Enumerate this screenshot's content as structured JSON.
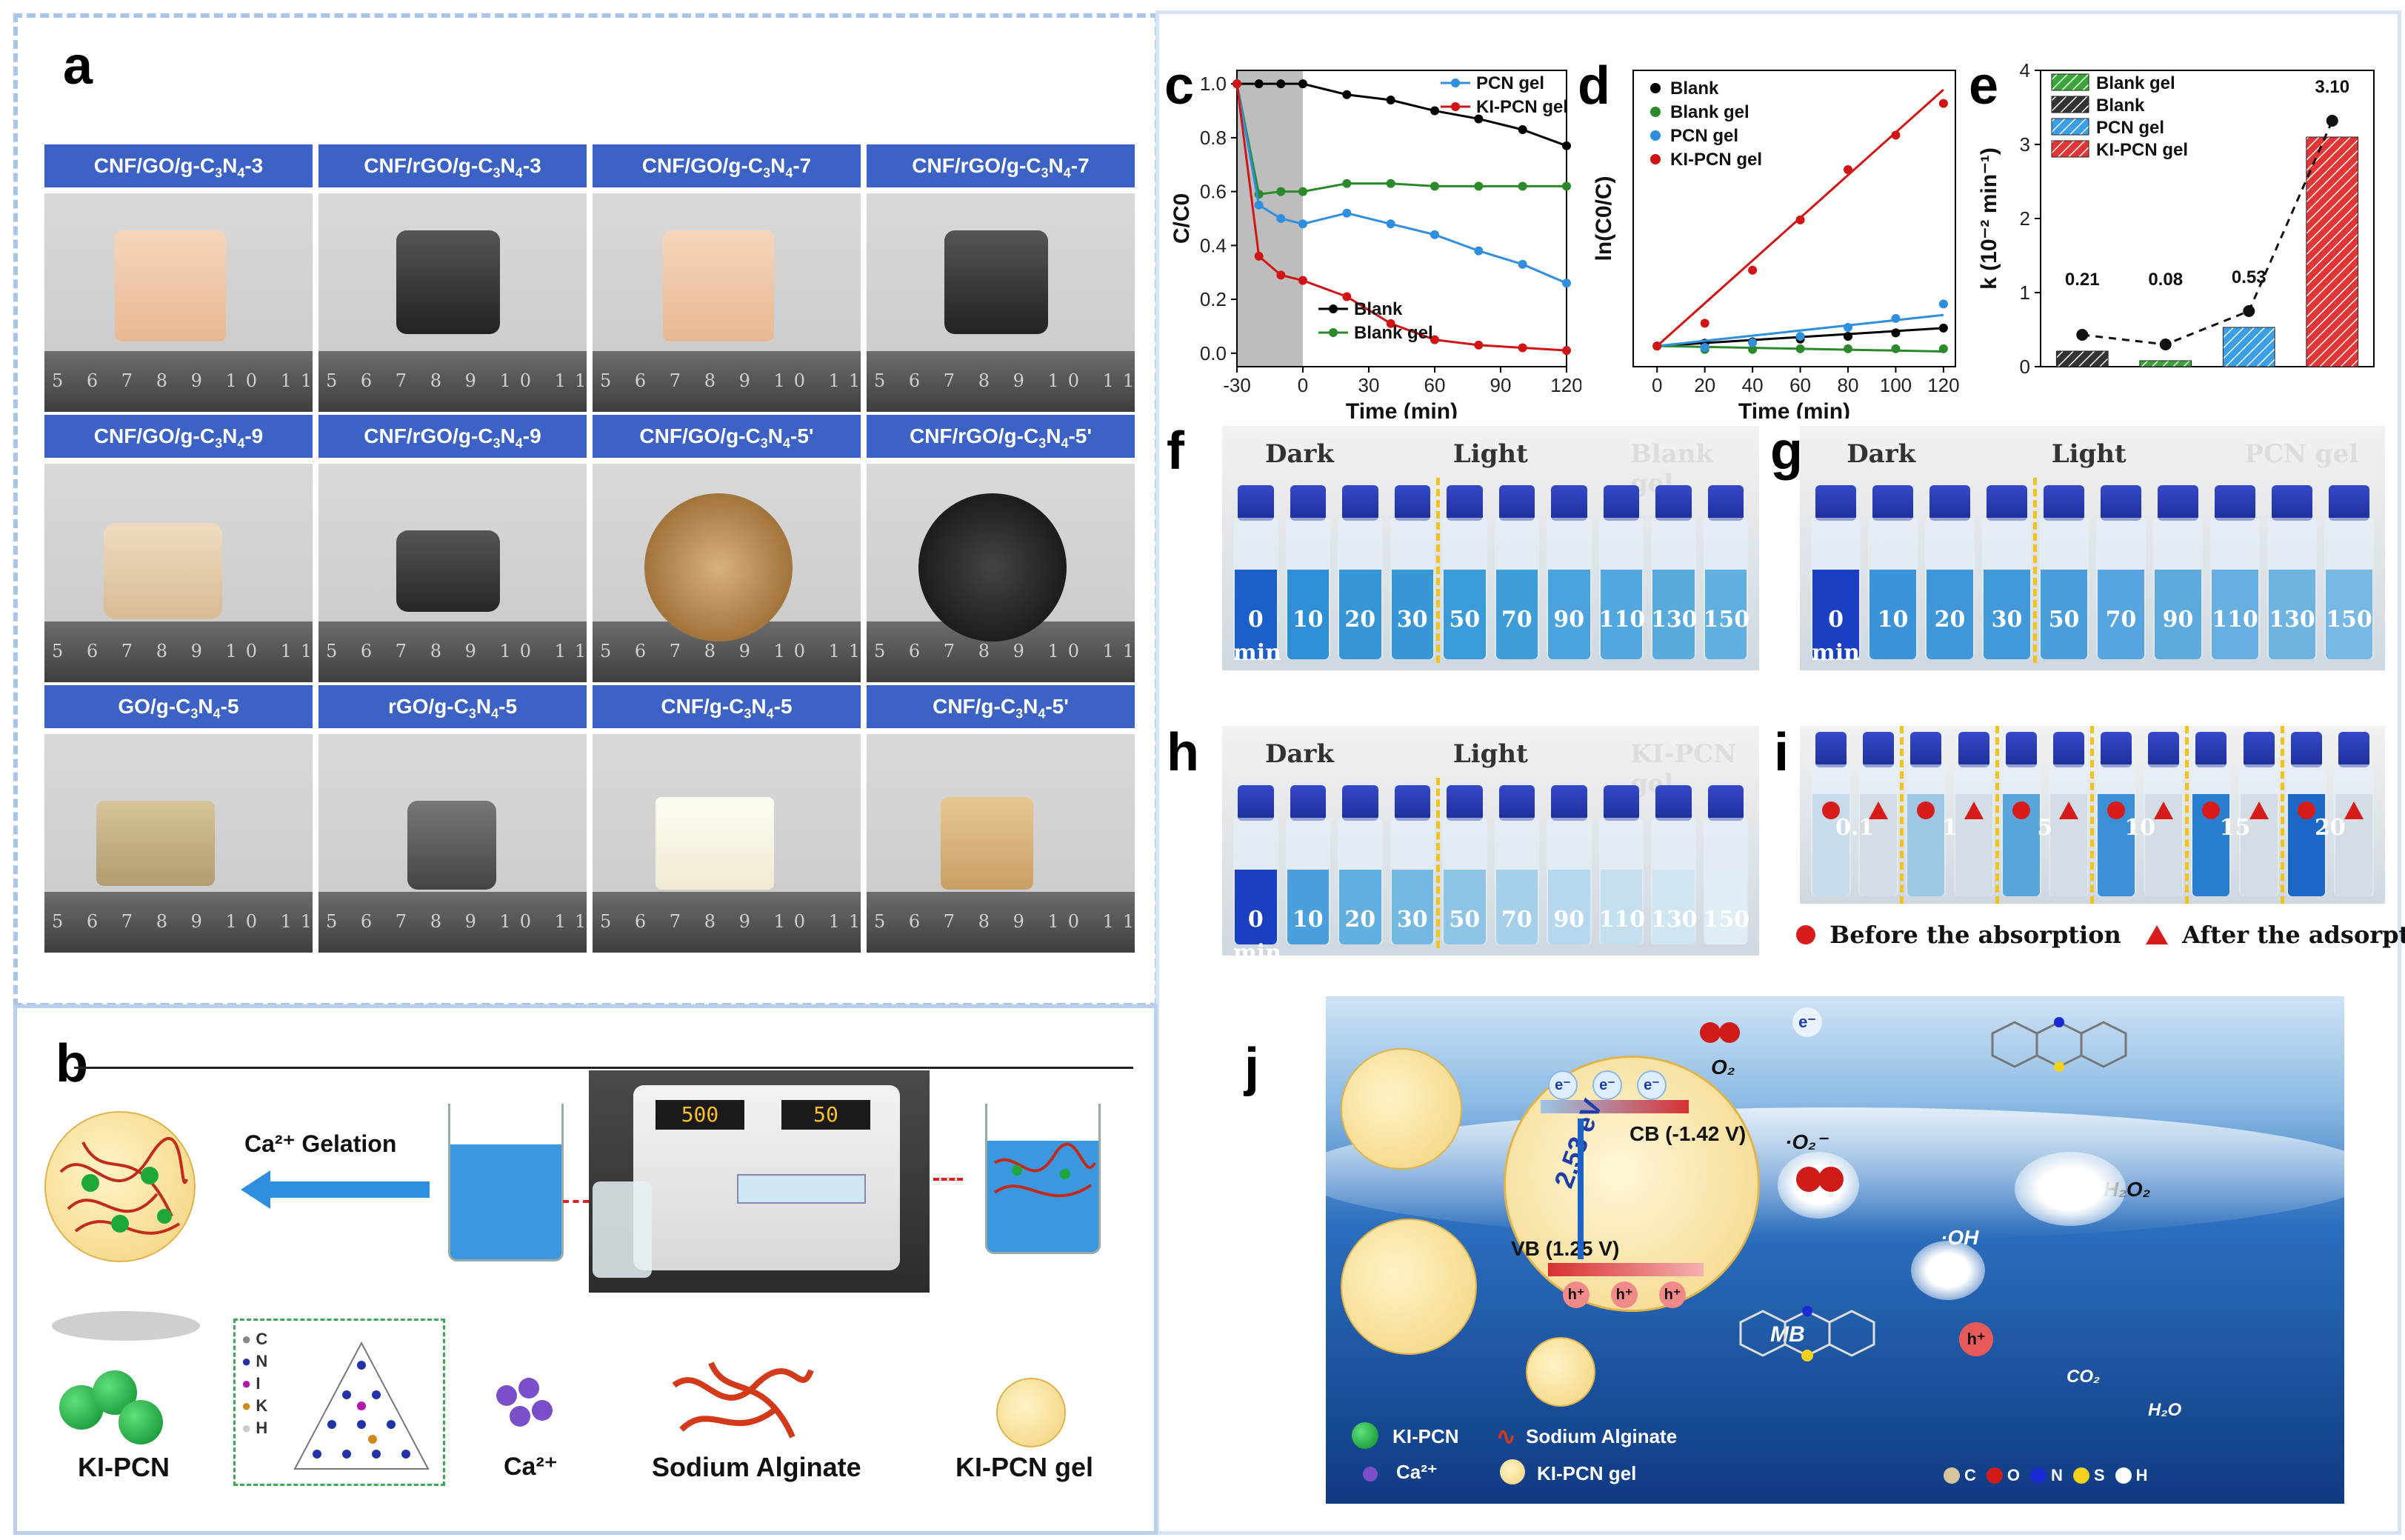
{
  "panel_letters": {
    "a": "a",
    "b": "b",
    "c": "c",
    "d": "d",
    "e": "e",
    "f": "f",
    "g": "g",
    "h": "h",
    "i": "i",
    "j": "j"
  },
  "panel_a": {
    "cells": [
      {
        "prefix": "CNF/GO/g-C",
        "sub1": "3",
        "mid": "N",
        "sub2": "4",
        "suffix": "-3",
        "sample": "tan-cube"
      },
      {
        "prefix": "CNF/rGO/g-C",
        "sub1": "3",
        "mid": "N",
        "sub2": "4",
        "suffix": "-3",
        "sample": "black-cube"
      },
      {
        "prefix": "CNF/GO/g-C",
        "sub1": "3",
        "mid": "N",
        "sub2": "4",
        "suffix": "-7",
        "sample": "tan-cube"
      },
      {
        "prefix": "CNF/rGO/g-C",
        "sub1": "3",
        "mid": "N",
        "sub2": "4",
        "suffix": "-7",
        "sample": "black-cube"
      },
      {
        "prefix": "CNF/GO/g-C",
        "sub1": "3",
        "mid": "N",
        "sub2": "4",
        "suffix": "-9",
        "sample": "tan-block"
      },
      {
        "prefix": "CNF/rGO/g-C",
        "sub1": "3",
        "mid": "N",
        "sub2": "4",
        "suffix": "-9",
        "sample": "black-block"
      },
      {
        "prefix": "CNF/GO/g-C",
        "sub1": "3",
        "mid": "N",
        "sub2": "4",
        "suffix": "-5'",
        "sample": "brown-disc"
      },
      {
        "prefix": "CNF/rGO/g-C",
        "sub1": "3",
        "mid": "N",
        "sub2": "4",
        "suffix": "-5'",
        "sample": "black-disc"
      },
      {
        "prefix": "GO/g-C",
        "sub1": "3",
        "mid": "N",
        "sub2": "4",
        "suffix": "-5",
        "sample": "khaki-flat"
      },
      {
        "prefix": "rGO/g-C",
        "sub1": "3",
        "mid": "N",
        "sub2": "4",
        "suffix": "-5",
        "sample": "grey-flat"
      },
      {
        "prefix": "CNF/g-C",
        "sub1": "3",
        "mid": "N",
        "sub2": "4",
        "suffix": "-5",
        "sample": "white-block"
      },
      {
        "prefix": "CNF/g-C",
        "sub1": "3",
        "mid": "N",
        "sub2": "4",
        "suffix": "-5'",
        "sample": "tan-small"
      }
    ],
    "ruler_numbers": "5 6 7 8 9 10 11"
  },
  "panel_b": {
    "gelation_label": "Ca²⁺ Gelation",
    "kipcn_label": "KI-PCN",
    "ca_label": "Ca²⁺",
    "alginate_label": "Sodium Alginate",
    "gel_label": "KI-PCN gel",
    "element_legend": [
      "C",
      "N",
      "I",
      "K",
      "H"
    ],
    "pump_display": [
      "500",
      "50"
    ]
  },
  "chart_c": {
    "type": "line",
    "title": "",
    "xlabel": "Time (min)",
    "ylabel": "C/C0",
    "xlim": [
      -30,
      120
    ],
    "ylim": [
      -0.05,
      1.05
    ],
    "x_ticks": [
      -30,
      0,
      30,
      60,
      90,
      120
    ],
    "y_ticks": [
      0.0,
      0.2,
      0.4,
      0.6,
      0.8,
      1.0
    ],
    "dark_region": [
      -30,
      0
    ],
    "series": [
      {
        "name": "Blank",
        "color": "#000000",
        "x": [
          -30,
          -20,
          -10,
          0,
          20,
          40,
          60,
          80,
          100,
          120
        ],
        "values": [
          1.0,
          1.0,
          1.0,
          1.0,
          0.96,
          0.94,
          0.9,
          0.87,
          0.83,
          0.77
        ]
      },
      {
        "name": "Blank gel",
        "color": "#2a8a2a",
        "x": [
          -30,
          -20,
          -10,
          0,
          20,
          40,
          60,
          80,
          100,
          120
        ],
        "values": [
          1.0,
          0.59,
          0.6,
          0.6,
          0.63,
          0.63,
          0.62,
          0.62,
          0.62,
          0.62
        ]
      },
      {
        "name": "PCN gel",
        "color": "#2f8fde",
        "x": [
          -30,
          -20,
          -10,
          0,
          20,
          40,
          60,
          80,
          100,
          120
        ],
        "values": [
          1.0,
          0.55,
          0.5,
          0.48,
          0.52,
          0.48,
          0.44,
          0.38,
          0.33,
          0.26
        ]
      },
      {
        "name": "KI-PCN gel",
        "color": "#d11515",
        "x": [
          -30,
          -20,
          -10,
          0,
          20,
          40,
          60,
          80,
          100,
          120
        ],
        "values": [
          1.0,
          0.36,
          0.29,
          0.27,
          0.21,
          0.11,
          0.05,
          0.03,
          0.02,
          0.01
        ]
      }
    ],
    "legend_top": [
      "PCN gel",
      "KI-PCN gel"
    ],
    "legend_bottom": [
      "Blank",
      "Blank gel"
    ]
  },
  "chart_d": {
    "type": "scatter",
    "title": "",
    "xlabel": "Time (min)",
    "ylabel": "ln(C0/C)",
    "xlim": [
      -10,
      125
    ],
    "ylim": [
      -0.3,
      4.0
    ],
    "x_ticks": [
      0,
      20,
      40,
      60,
      80,
      100,
      120
    ],
    "series": [
      {
        "name": "Blank",
        "color": "#000000",
        "x": [
          0,
          20,
          40,
          60,
          80,
          100,
          120
        ],
        "values": [
          0.0,
          0.04,
          0.06,
          0.1,
          0.14,
          0.19,
          0.26
        ],
        "fit_end": 0.26
      },
      {
        "name": "Blank gel",
        "color": "#2a8a2a",
        "x": [
          0,
          20,
          40,
          60,
          80,
          100,
          120
        ],
        "values": [
          0.0,
          -0.05,
          -0.05,
          -0.04,
          -0.04,
          -0.04,
          -0.04
        ],
        "fit_end": -0.08
      },
      {
        "name": "PCN gel",
        "color": "#2f8fde",
        "x": [
          0,
          20,
          40,
          60,
          80,
          100,
          120
        ],
        "values": [
          0.0,
          -0.02,
          0.05,
          0.14,
          0.27,
          0.4,
          0.61
        ],
        "fit_end": 0.45
      },
      {
        "name": "KI-PCN gel",
        "color": "#d11515",
        "x": [
          0,
          20,
          40,
          60,
          80,
          100,
          120
        ],
        "values": [
          0.0,
          0.33,
          1.1,
          1.83,
          2.56,
          3.06,
          3.52
        ],
        "fit_end": 3.72
      }
    ]
  },
  "chart_e": {
    "type": "bar",
    "title": "",
    "xlabel": "",
    "ylabel": "k (10⁻² min⁻¹)",
    "ylim": [
      0,
      4
    ],
    "y_ticks": [
      0,
      1,
      2,
      3,
      4
    ],
    "categories": [
      "Blank",
      "Blank gel",
      "PCN gel",
      "KI-PCN gel"
    ],
    "values": [
      0.21,
      0.08,
      0.53,
      3.1
    ],
    "labels": [
      "0.21",
      "0.08",
      "0.53",
      "3.10"
    ],
    "colors": [
      "#333333",
      "#3aa63a",
      "#3a9ee8",
      "#e23535"
    ],
    "legend": [
      "Blank gel",
      "Blank",
      "PCN gel",
      "KI-PCN gel"
    ],
    "legend_colors": [
      "#3aa63a",
      "#333333",
      "#3a9ee8",
      "#e23535"
    ]
  },
  "panel_f": {
    "dark": "Dark",
    "light": "Light",
    "tag": "Blank gel",
    "numbers": [
      "0",
      "10",
      "20",
      "30",
      "50",
      "70",
      "90",
      "110",
      "130",
      "150"
    ],
    "min_label": "min"
  },
  "panel_g": {
    "dark": "Dark",
    "light": "Light",
    "tag": "PCN gel",
    "numbers": [
      "0",
      "10",
      "20",
      "30",
      "50",
      "70",
      "90",
      "110",
      "130",
      "150"
    ],
    "min_label": "min"
  },
  "panel_h": {
    "dark": "Dark",
    "light": "Light",
    "tag": "KI-PCN gel",
    "numbers": [
      "0",
      "10",
      "20",
      "30",
      "50",
      "70",
      "90",
      "110",
      "130",
      "150"
    ],
    "min_label": "min"
  },
  "panel_i": {
    "numbers": [
      "0.1",
      "1",
      "5",
      "10",
      "15",
      "20"
    ],
    "legend_before": "Before the absorption",
    "legend_after": "After the adsorption"
  },
  "panel_j": {
    "cb": "CB (-1.42 V)",
    "vb": "VB (1.25 V)",
    "gap": "2.53 eV",
    "electron": "e⁻",
    "hole": "h⁺",
    "o2": "O₂",
    "o2_radical": "·O₂⁻",
    "h2o2": "H₂O₂",
    "oh": "·OH",
    "mb": "MB",
    "co2": "CO₂",
    "h2o": "H₂O",
    "legend_kipcn": "KI-PCN",
    "legend_alginate": "Sodium Alginate",
    "legend_ca": "Ca²⁺",
    "legend_gel": "KI-PCN gel",
    "atoms": [
      "C",
      "O",
      "N",
      "S",
      "H"
    ]
  }
}
